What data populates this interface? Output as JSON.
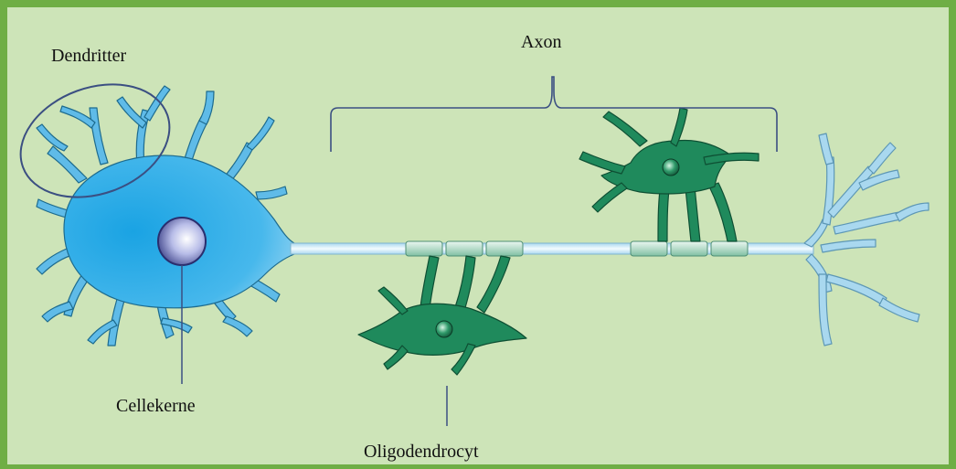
{
  "labels": {
    "dendritter": "Dendritter",
    "axon": "Axon",
    "cellekerne": "Cellekerne",
    "oligodendrocyt": "Oligodendrocyt"
  },
  "colors": {
    "frame": "#6fae45",
    "background": "#cde4b8",
    "cell_body": "#1aa3e3",
    "dendrite": "#73c4ec",
    "axon": "#d8eef8",
    "oligodendrocyte": "#1f8a5c",
    "myelin": "#c8e6d8",
    "nucleus": "#3a3f8f",
    "label_line": "#3b4f82"
  }
}
